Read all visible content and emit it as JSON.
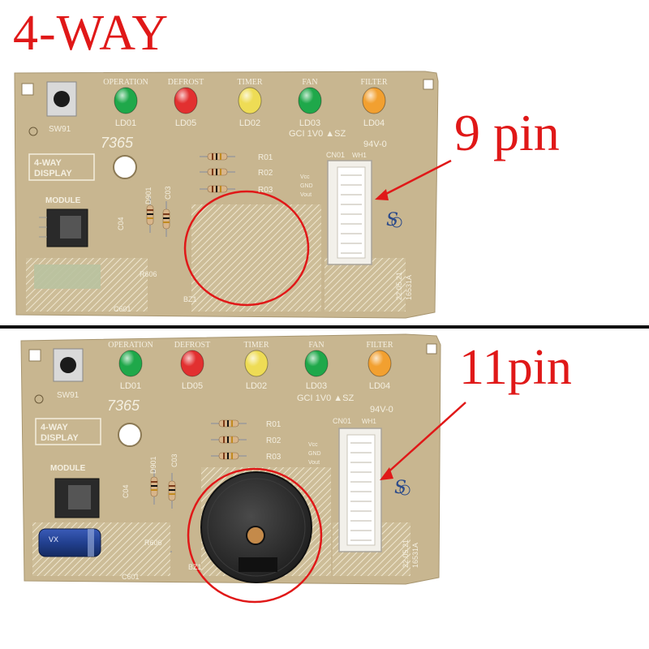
{
  "headline": {
    "title": "4-WAY",
    "top_label": "9 pin",
    "bottom_label": "11pin"
  },
  "colors": {
    "accent": "#e01818",
    "pcb": "#c6b48e",
    "buzzer": "#2a2a2a"
  },
  "boards": [
    {
      "name": "board-9pin",
      "leds": [
        {
          "name": "OPERATION",
          "id": "LD01",
          "color": "#1fa84a"
        },
        {
          "name": "DEFROST",
          "id": "LD05",
          "color": "#e23030"
        },
        {
          "name": "TIMER",
          "id": "LD02",
          "color": "#eedc55"
        },
        {
          "name": "FAN",
          "id": "LD03",
          "color": "#1fa84a"
        },
        {
          "name": "FILTER",
          "id": "LD04",
          "color": "#f2a030"
        }
      ],
      "switch_label": "SW91",
      "model": "7365",
      "display_label_1": "4-WAY",
      "display_label_2": "DISPLAY",
      "module_label": "MODULE",
      "resistors": [
        "R01",
        "R02",
        "R03"
      ],
      "cap_labels": [
        "C04",
        "D901",
        "C03"
      ],
      "gci_text": "GCI 1V0 ▲SZ",
      "rating_text": "94V-0",
      "connector_label": "CN01",
      "connector_tag": "WH1",
      "pins": [
        "Vcc",
        "GND",
        "Vout"
      ],
      "date_code": "22.05.21",
      "part_code": "16531A",
      "r606": "R606",
      "c601": "C601",
      "bz": "BZ1"
    },
    {
      "name": "board-11pin",
      "leds": [
        {
          "name": "OPERATION",
          "id": "LD01",
          "color": "#1fa84a"
        },
        {
          "name": "DEFROST",
          "id": "LD05",
          "color": "#e23030"
        },
        {
          "name": "TIMER",
          "id": "LD02",
          "color": "#eedc55"
        },
        {
          "name": "FAN",
          "id": "LD03",
          "color": "#1fa84a"
        },
        {
          "name": "FILTER",
          "id": "LD04",
          "color": "#f2a030"
        }
      ],
      "switch_label": "SW91",
      "model": "7365",
      "display_label_1": "4-WAY",
      "display_label_2": "DISPLAY",
      "module_label": "MODULE",
      "resistors": [
        "R01",
        "R02",
        "R03"
      ],
      "cap_labels": [
        "C04",
        "D901",
        "C03"
      ],
      "gci_text": "GCI 1V0 ▲SZ",
      "rating_text": "94V-0",
      "connector_label": "CN01",
      "connector_tag": "WH1",
      "pins": [
        "Vcc",
        "GND",
        "Vout"
      ],
      "date_code": "22.05.21",
      "part_code": "16531A",
      "r606": "R606",
      "c601": "C601",
      "bz": "BZ1",
      "capacitor_text": "VX"
    }
  ]
}
